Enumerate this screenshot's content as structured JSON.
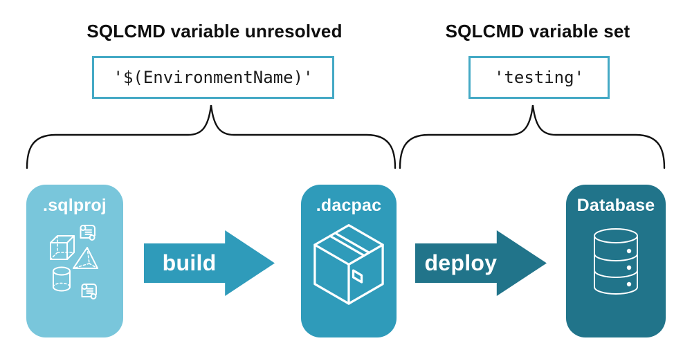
{
  "groups": {
    "unresolved": {
      "heading": "SQLCMD variable unresolved",
      "code": "'$(EnvironmentName)'"
    },
    "set": {
      "heading": "SQLCMD variable set",
      "code": "'testing'"
    }
  },
  "nodes": {
    "sqlproj": {
      "label": ".sqlproj",
      "icons": [
        "scroll-icon",
        "cube-icon",
        "pyramid-icon",
        "cylinder-icon",
        "scroll-icon"
      ]
    },
    "dacpac": {
      "label": ".dacpac",
      "icons": [
        "package-box-icon"
      ]
    },
    "database": {
      "label": "Database",
      "icons": [
        "database-cylinder-icon"
      ]
    }
  },
  "arrows": {
    "build": {
      "label": "build"
    },
    "deploy": {
      "label": "deploy"
    }
  },
  "colors": {
    "light": "#79c6db",
    "mid": "#2f9bba",
    "dark": "#21748a",
    "code_border": "#44a9c5",
    "brace": "#111111",
    "icon": "#ffffff"
  }
}
